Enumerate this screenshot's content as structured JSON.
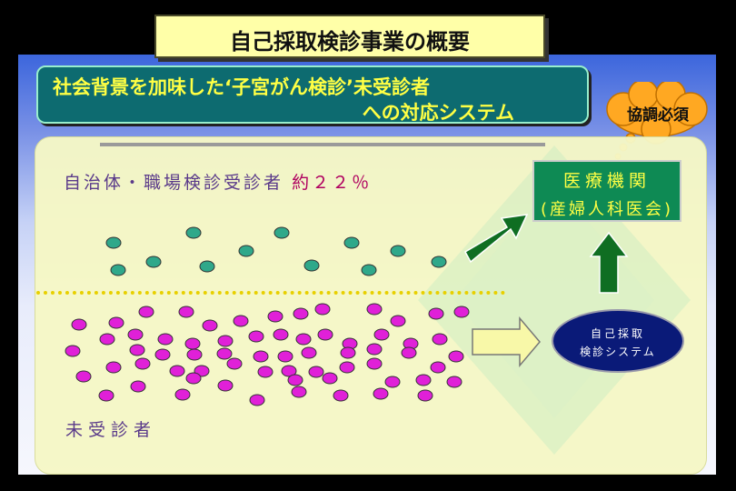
{
  "title": "自己採取検診事業の概要",
  "subtitle": {
    "line1": "社会背景を加味した‘子宮がん検診’未受診者",
    "line2": "への対応システム"
  },
  "cloud": {
    "text": "協調必須"
  },
  "groups": {
    "screened_label": "自治体・職場検診受診者",
    "screened_pct": "約２２％",
    "unscreened_label": "未受診者"
  },
  "medical": {
    "title": "医療機関",
    "sub": "(産婦人科医会)"
  },
  "system": {
    "line1": "自己採取",
    "line2": "検診システム"
  },
  "colors": {
    "teal_dot": "#2fa88a",
    "magenta_dot": "#e020d8",
    "arrow_green": "#0f6e22",
    "arrow_yellow": "#f8f8a8"
  }
}
